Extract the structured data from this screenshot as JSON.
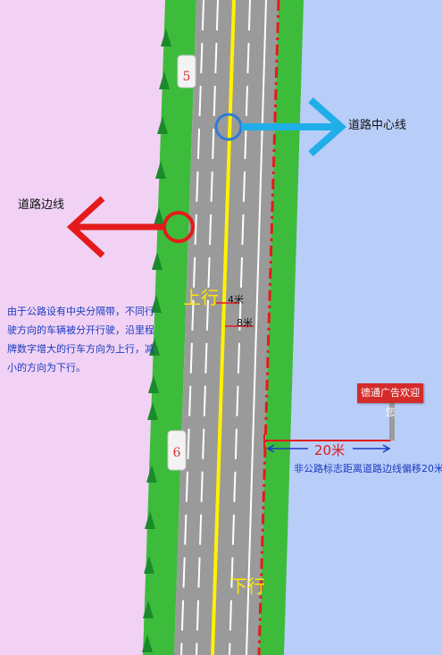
{
  "labels": {
    "road_edge_line": "道路边线",
    "road_center_line": "道路中心线",
    "upward": "上行",
    "downward": "下行",
    "lane_4m": "4米",
    "lane_8m": "8米",
    "distance_20m": "20米",
    "offset_note": "非公路标志距离道路边线偏移20米",
    "explanation": "由于公路设有中央分隔带，不同行驶方向的车辆被分开行驶，沿里程牌数字增大的行车方向为上行，减小的方向为下行。"
  },
  "kilometer_posts": [
    "5",
    "6"
  ],
  "sign": {
    "text": "德通广告欢迎您"
  },
  "colors": {
    "left_background": "#f1d2f4",
    "right_background": "#b9cdf9",
    "green_belt": "#3dbc3b",
    "road": "#9a9a9a",
    "center_line": "#fff200",
    "edge_marker": "#e41b1b",
    "center_marker": "#1faee8",
    "explanation_text": "#1a3cc0"
  }
}
